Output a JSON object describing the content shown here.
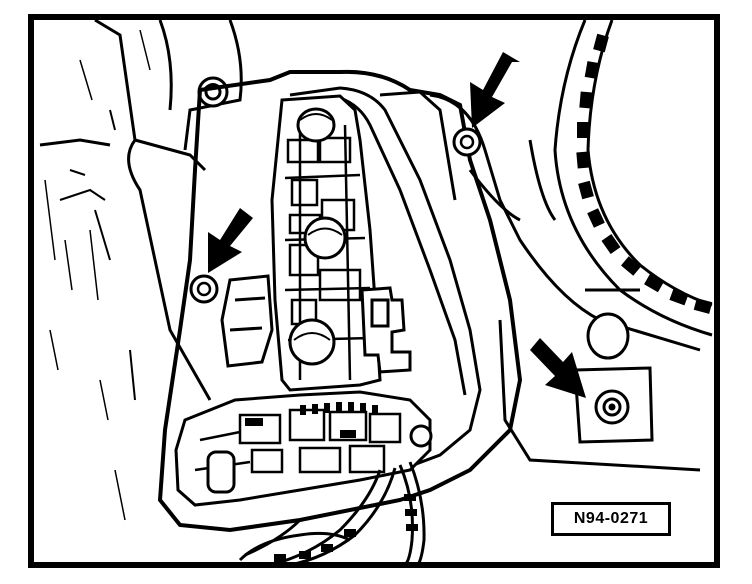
{
  "figure": {
    "code": "N94-0271"
  },
  "colors": {
    "line": "#000000",
    "background": "#ffffff"
  },
  "annotations": {
    "arrow_count": 3,
    "arrow_style": "solid-black-pointer"
  },
  "icons": [
    "arrow-icon",
    "screw-icon",
    "bolt-icon"
  ]
}
